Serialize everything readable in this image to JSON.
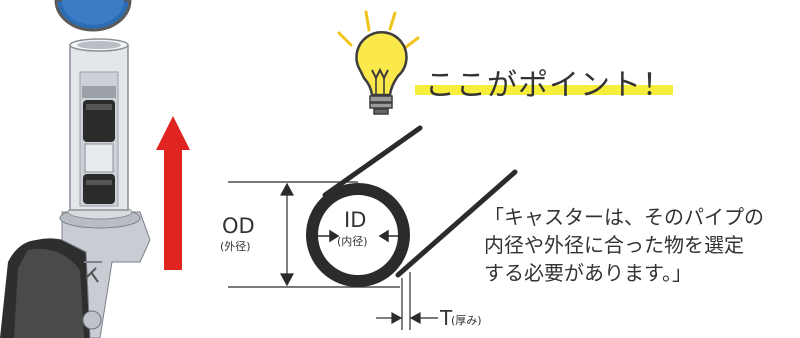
{
  "point": {
    "text": "ここがポイント！"
  },
  "dimensions": {
    "od_label": "OD",
    "od_sub": "(外径)",
    "id_label": "ID",
    "id_sub": "(内径)",
    "t_label": "T",
    "t_sub": "(厚み)"
  },
  "quote": {
    "line1": "「キャスターは、そのパイプの",
    "line2": "内径や外径に合った物を選定",
    "line3": "する必要があります。」"
  },
  "colors": {
    "accent_yellow": "#f6ee3a",
    "arrow_red": "#e0241f",
    "badge_blue": "#2a6db4",
    "bulb_yellow": "#fbe94b"
  }
}
